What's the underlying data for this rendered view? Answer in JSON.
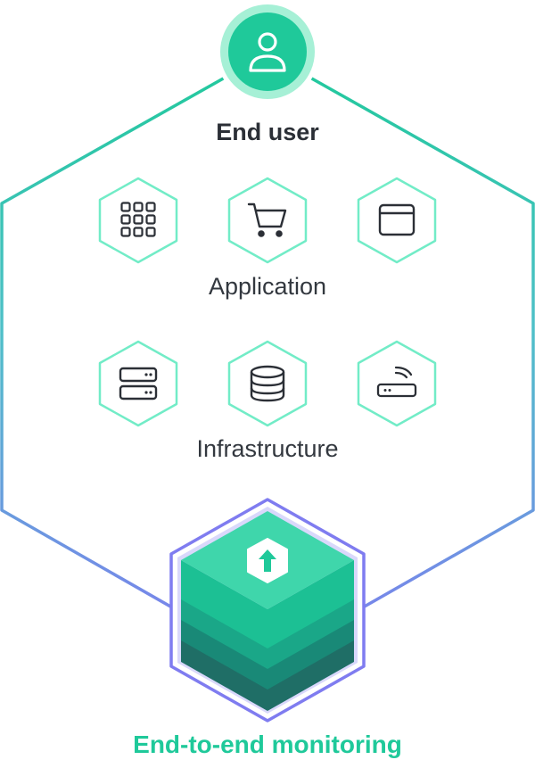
{
  "colors": {
    "accent": "#1fc99a",
    "outline_top": "#1fc99a",
    "outline_bottom": "#7f7cf0",
    "icon_tile_stroke": "#72ecc7",
    "icon_stroke": "#2b2f36",
    "cube_dark": "#1f6e66"
  },
  "top_node": {
    "icon": "user-icon",
    "label": "End user"
  },
  "application": {
    "label": "Application",
    "icons": [
      "app-grid-icon",
      "shopping-cart-icon",
      "browser-window-icon"
    ]
  },
  "infrastructure": {
    "label": "Infrastructure",
    "icons": [
      "server-rack-icon",
      "database-icon",
      "wifi-router-icon"
    ]
  },
  "bottom_node": {
    "icon": "upload-arrow-icon",
    "label": "End-to-end monitoring"
  }
}
